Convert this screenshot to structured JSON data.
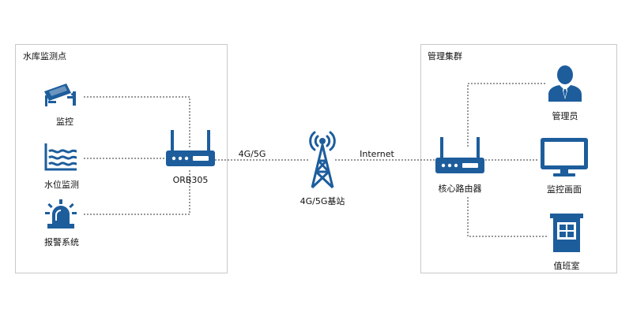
{
  "site": {
    "title": "水库监测点",
    "devices": [
      {
        "label": "监控",
        "icon": "surveillance-camera-icon"
      },
      {
        "label": "水位监测",
        "icon": "water-level-sensor-icon"
      },
      {
        "label": "报警系统",
        "icon": "alarm-beacon-icon"
      }
    ],
    "router": {
      "label": "ORB305",
      "icon": "router-icon"
    }
  },
  "links": {
    "site_to_tower": "4G/5G",
    "tower_to_center": "Internet"
  },
  "tower": {
    "label": "4G/5G基站",
    "icon": "cell-tower-icon"
  },
  "center": {
    "title": "管理集群",
    "router": {
      "label": "核心路由器",
      "icon": "router-icon"
    },
    "endpoints": [
      {
        "label": "管理员",
        "icon": "administrator-icon"
      },
      {
        "label": "监控画面",
        "icon": "monitor-icon"
      },
      {
        "label": "值班室",
        "icon": "duty-room-icon"
      }
    ]
  },
  "colors": {
    "accent": "#1d5d9c",
    "line": "#333333",
    "border": "#c9c9c9"
  }
}
